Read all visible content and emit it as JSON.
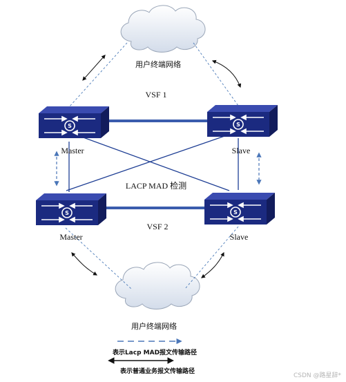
{
  "clouds": {
    "top_label": "用户终端网络",
    "bottom_label": "用户终端网络"
  },
  "groups": {
    "vsf1_label": "VSF 1",
    "vsf2_label": "VSF 2",
    "mad_label": "LACP MAD 检测"
  },
  "switches": {
    "vsf1_master": "Master",
    "vsf1_slave": "Slave",
    "vsf2_master": "Master",
    "vsf2_slave": "Slave"
  },
  "legend": {
    "mad_path": "表示Lacp MAD报文传输路径",
    "service_path": "表示普通业务报文传输路径"
  },
  "watermark": "CSDN @路星辞*",
  "colors": {
    "switch_face": "#1b2a80",
    "switch_top": "#3a4bb0",
    "link_blue": "#3a5cad",
    "mad_arrow": "#4a76b8",
    "dashed_line": "#4a7ab8"
  }
}
